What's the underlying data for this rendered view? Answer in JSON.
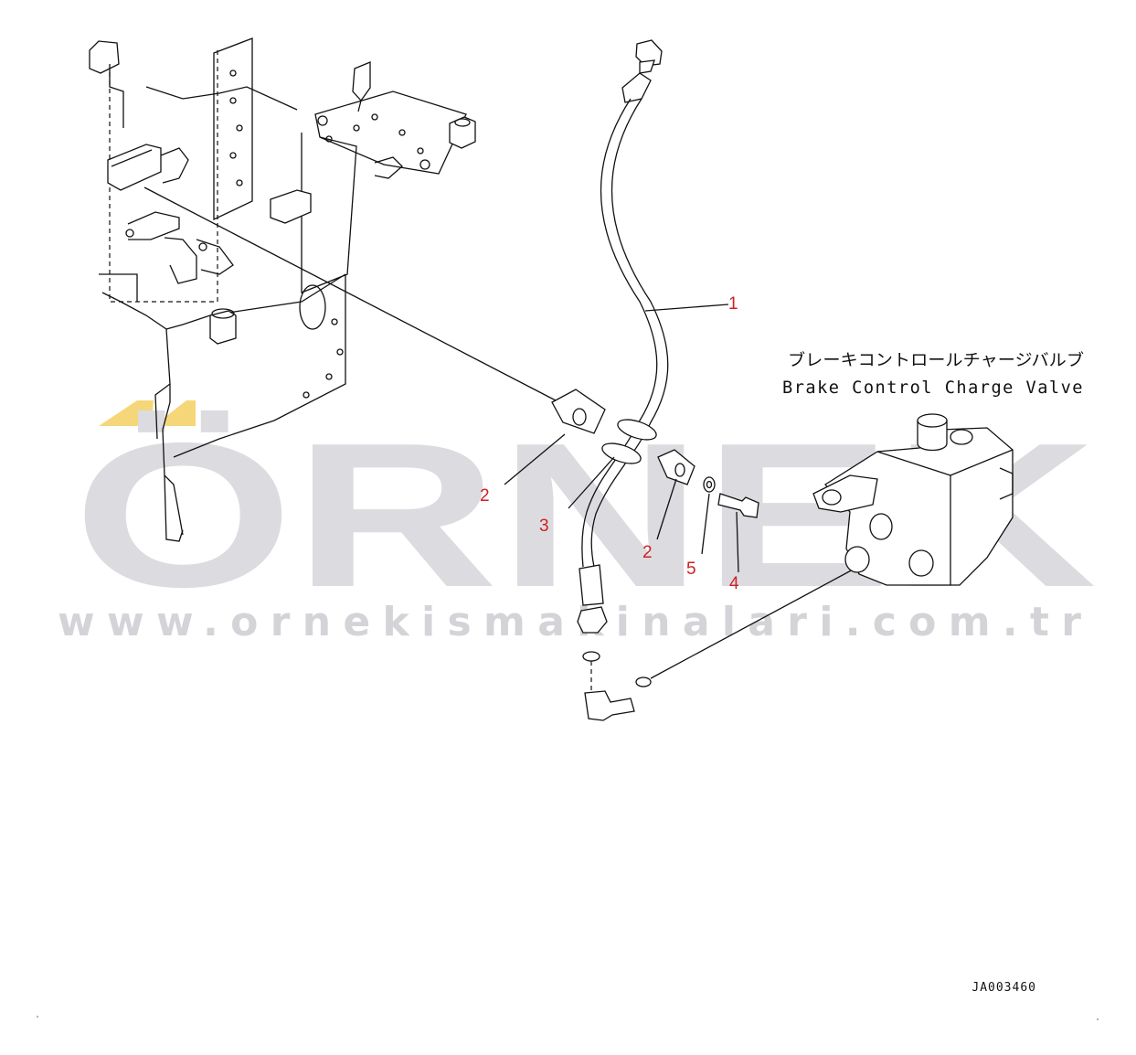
{
  "watermark": {
    "brand": "ÖRNEK",
    "url": "www.ornekismakinalari.com.tr",
    "accent_color": "#f5d77a",
    "letter_color": "#dcdce0"
  },
  "assembly_label": {
    "japanese": "ブレーキコントロールチャージバルブ",
    "english": "Brake Control Charge Valve"
  },
  "callouts": [
    {
      "id": "1"
    },
    {
      "id": "2"
    },
    {
      "id": "3"
    },
    {
      "id": "2"
    },
    {
      "id": "5"
    },
    {
      "id": "4"
    }
  ],
  "drawing_code": "JA003460",
  "colors": {
    "callout": "#cc2222",
    "line": "#111111"
  }
}
